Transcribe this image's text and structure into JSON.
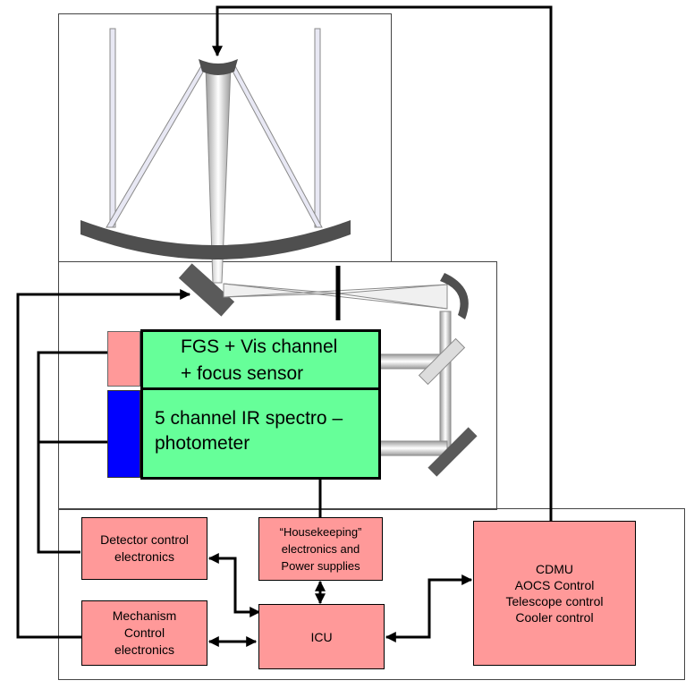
{
  "colors": {
    "telescope_zone": "#ffffcc",
    "optics_zone": "#66ff99",
    "electronics_zone": "#ff9999",
    "vis_detector": "#ff9999",
    "ir_detector": "#0000ff",
    "mirror_grey": "#555555",
    "beam_light": "#f2f2f2"
  },
  "channels": {
    "vis": {
      "line1": "FGS + Vis channel",
      "line2": "+ focus sensor"
    },
    "ir": {
      "line1": "5 channel IR spectro –",
      "line2": "photometer"
    }
  },
  "electronics": {
    "detector_control": "Detector control\nelectronics",
    "mechanism_control": "Mechanism\nControl\nelectronics",
    "housekeeping": "“Housekeeping”\nelectronics and\nPower supplies",
    "icu": "ICU",
    "cdmu": "CDMU\nAOCS Control\nTelescope control\nCooler control"
  }
}
